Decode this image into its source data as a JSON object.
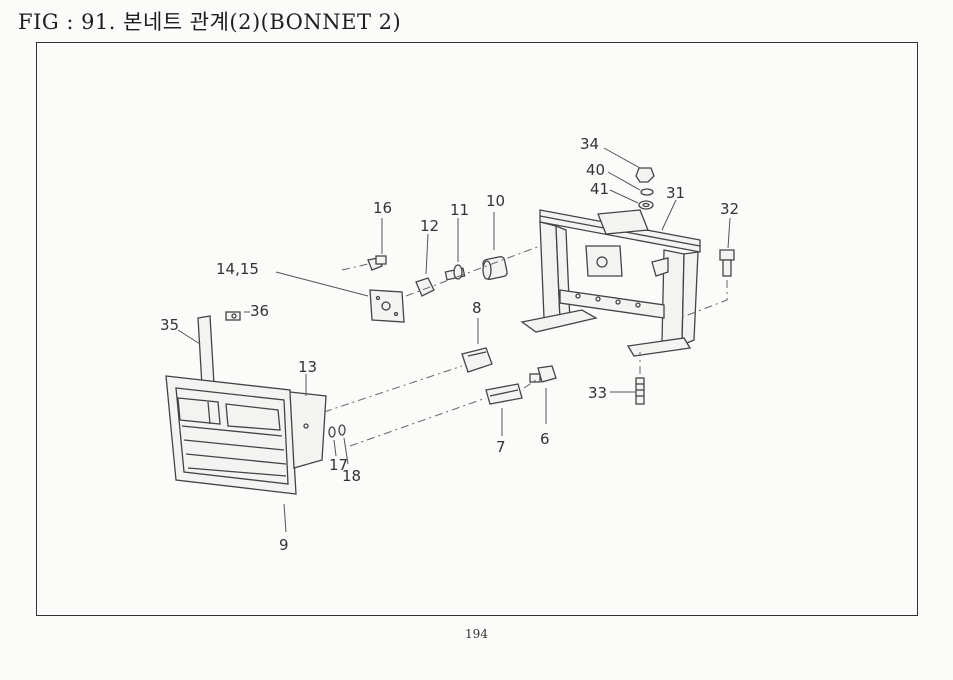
{
  "figure": {
    "title": "FIG : 91. 본네트 관계(2)(BONNET 2)",
    "page_number": "194"
  },
  "callouts": [
    {
      "id": "c34",
      "label": "34"
    },
    {
      "id": "c40",
      "label": "40"
    },
    {
      "id": "c41",
      "label": "41"
    },
    {
      "id": "c31",
      "label": "31"
    },
    {
      "id": "c32",
      "label": "32"
    },
    {
      "id": "c16",
      "label": "16"
    },
    {
      "id": "c11",
      "label": "11"
    },
    {
      "id": "c10",
      "label": "10"
    },
    {
      "id": "c12",
      "label": "12"
    },
    {
      "id": "c1415",
      "label": "14,15"
    },
    {
      "id": "c8",
      "label": "8"
    },
    {
      "id": "c35",
      "label": "35"
    },
    {
      "id": "c36",
      "label": "36"
    },
    {
      "id": "c13",
      "label": "13"
    },
    {
      "id": "c33",
      "label": "33"
    },
    {
      "id": "c6",
      "label": "6"
    },
    {
      "id": "c7",
      "label": "7"
    },
    {
      "id": "c17",
      "label": "17"
    },
    {
      "id": "c18",
      "label": "18"
    },
    {
      "id": "c9",
      "label": "9"
    }
  ]
}
